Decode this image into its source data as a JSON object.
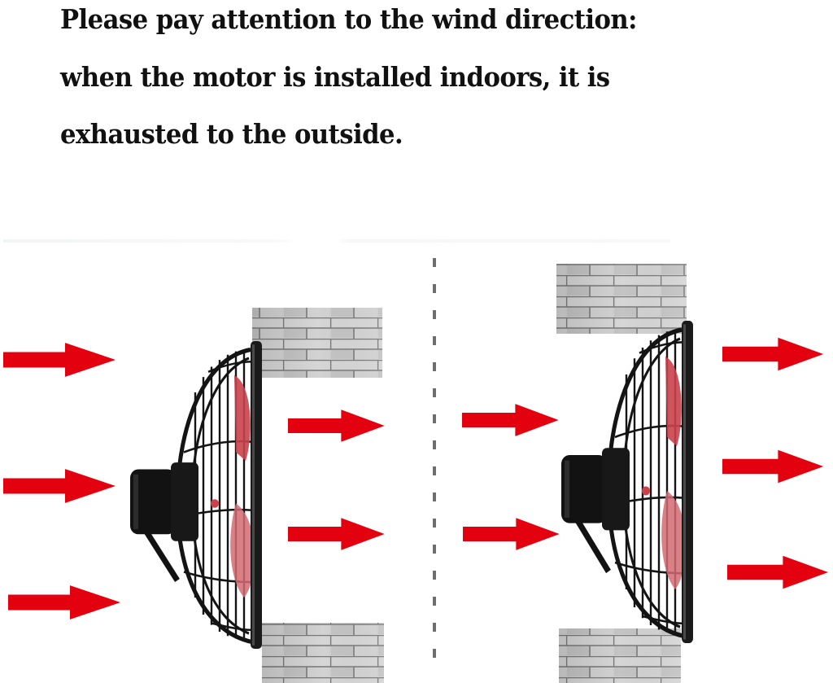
{
  "headline": {
    "lines": [
      "Please pay attention to the wind direction:",
      "when the motor is installed indoors, it is",
      "exhausted to the outside."
    ]
  },
  "diagram": {
    "colors": {
      "arrow": "#e3000f",
      "brick_mortar": "#6f6f6f",
      "brick_face": "#c9c9c9",
      "fan_body": "#151515",
      "fan_blade": "#d46a72",
      "divider": "#6e6e6e"
    },
    "panels": [
      {
        "id": "left",
        "description": "Fan mounted in wall opening, motor on indoor (left) side, air exhausted to the right",
        "inflow_arrows": 3,
        "outflow_arrows": 2
      },
      {
        "id": "right",
        "description": "Fan mounted in wall opening, motor on indoor (left) side, air exhausted to the right",
        "inflow_arrows": 2,
        "outflow_arrows": 3
      }
    ],
    "icons": [
      "arrow-right-icon",
      "brick-wall-icon",
      "exhaust-fan-icon",
      "dashed-divider"
    ]
  }
}
